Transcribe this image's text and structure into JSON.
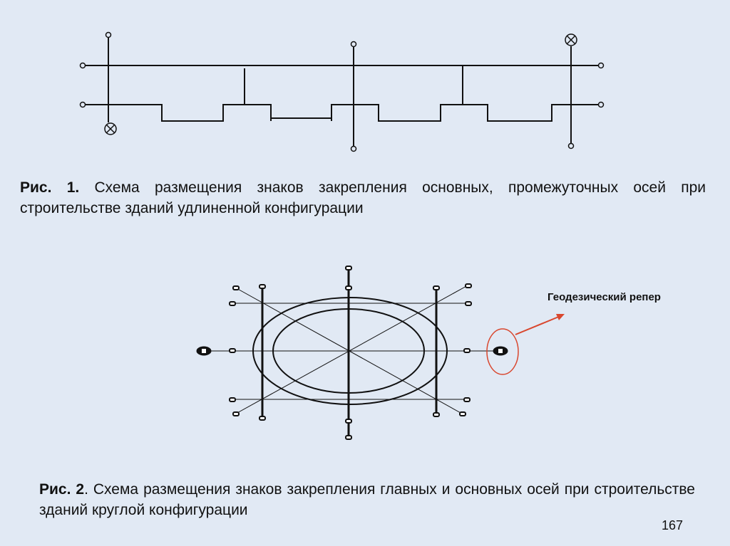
{
  "figure1": {
    "label": "Рис. 1.",
    "caption": " Схема размещения знаков закрепления основных, промежуточных осей при строительстве зданий удлиненной конфигурации"
  },
  "figure2": {
    "label": "Рис. 2",
    "caption": ". Схема размещения знаков закрепления главных и основных осей при строительстве зданий круглой конфигурации",
    "callout": "Геодезический репер"
  },
  "page_number": "167",
  "colors": {
    "background": "#e1e9f4",
    "highlight": "#d9472e"
  }
}
